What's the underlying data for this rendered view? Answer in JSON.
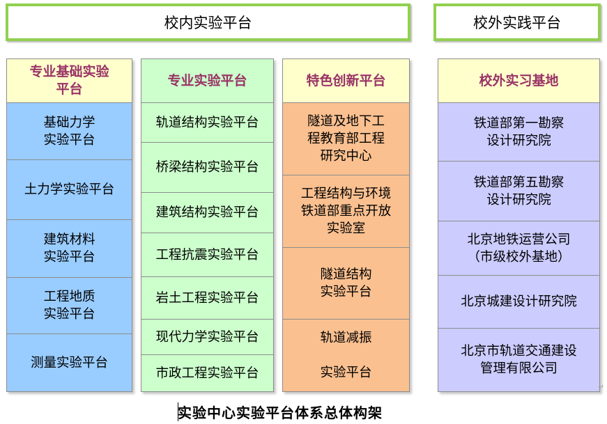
{
  "header": {
    "internal": "校内实验平台",
    "external": "校外实践平台"
  },
  "columns": {
    "basic": {
      "title": "专业基础实验\n平台",
      "items": [
        "基础力学\n实验平台",
        "土力学实验平台",
        "建筑材料\n实验平台",
        "工程地质\n实验平台",
        "测量实验平台"
      ]
    },
    "professional": {
      "title": "专业实验平台",
      "items": [
        "轨道结构实验平台",
        "桥梁结构实验平台",
        "建筑结构实验平台",
        "工程抗震实验平台",
        "岩土工程实验平台",
        "现代力学实验平台",
        "市政工程实验平台"
      ]
    },
    "innovation": {
      "title": "特色创新平台",
      "items": [
        "隧道及地下工\n程教育部工程\n研究中心",
        "工程结构与环境\n铁道部重点开放\n实验室",
        "隧道结构\n实验平台",
        "轨道减振\n\n实验平台"
      ]
    },
    "offcampus": {
      "title": "校外实习基地",
      "items": [
        "铁道部第一勘察\n设计研究院",
        "铁道部第五勘察\n设计研究院",
        "北京地铁运营公司\n（市级校外基地）",
        "北京城建设计研究院",
        "北京市轨道交通建设\n管理有限公司"
      ]
    }
  },
  "caption": "实验中心实验平台体系总体构架",
  "colors": {
    "banner_border": "#92d050",
    "basic_head": "#ffffcc",
    "basic_body": "#99ccff",
    "professional_head": "#ccffcc",
    "professional_body": "#ccffcc",
    "innovation_head": "#ffffcc",
    "innovation_body": "#fac090",
    "offcampus_head": "#ffffcc",
    "offcampus_body": "#ccccff",
    "title_text": "#993366"
  }
}
